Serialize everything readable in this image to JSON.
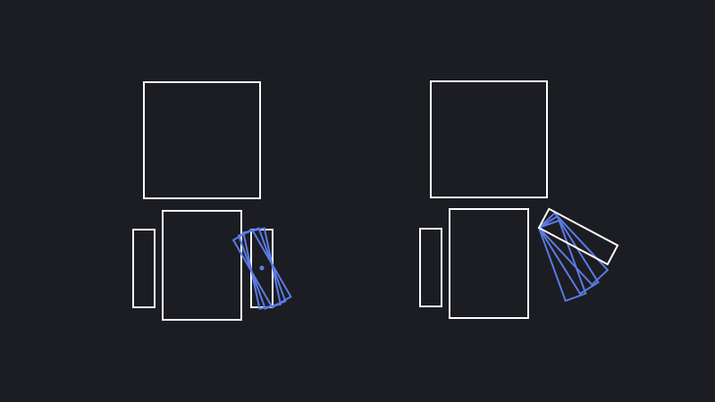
{
  "colors": {
    "background": "#1c1d22",
    "outline": "#ffffff",
    "accent": "#5b7be6"
  },
  "figures": [
    {
      "label": "",
      "pivot_marker_visible": true,
      "arm_rotation_degrees_ghosts": [
        -30,
        -20,
        -12
      ]
    },
    {
      "label": "",
      "pivot_marker_visible": false,
      "arm_rotation_degrees_ghosts": [
        -20,
        -32,
        -43
      ],
      "arm_rotation_degrees_final": -62
    }
  ]
}
